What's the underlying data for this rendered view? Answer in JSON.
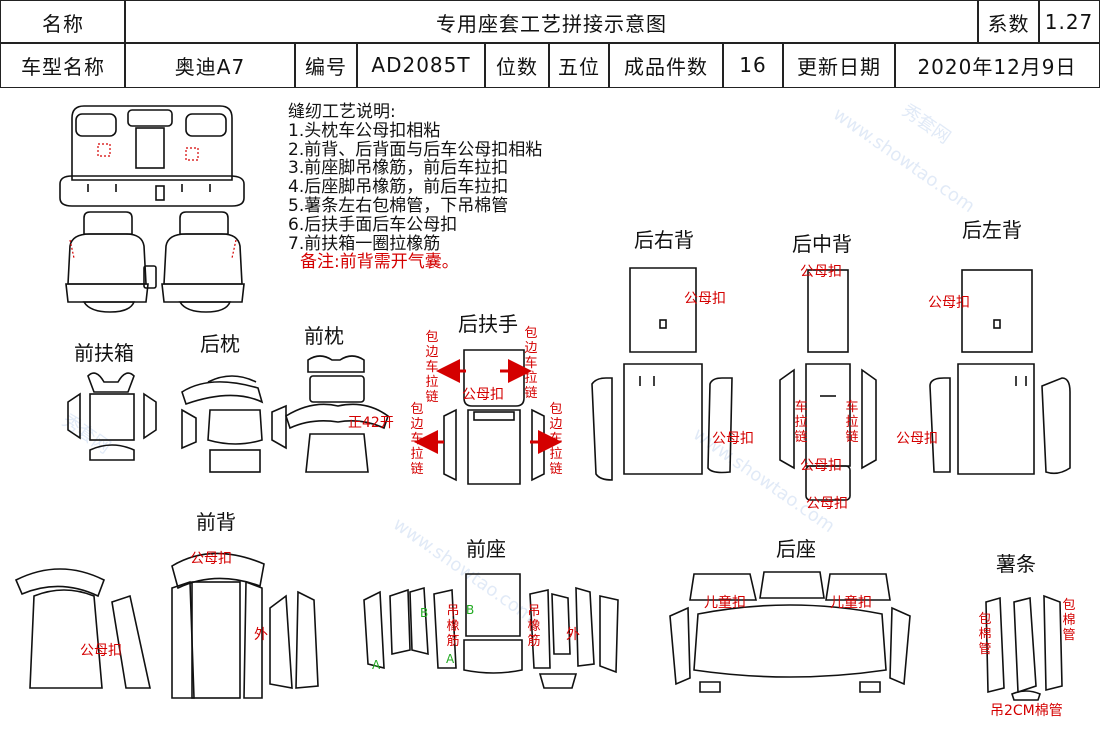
{
  "header": {
    "name_label": "名称",
    "title": "专用座套工艺拼接示意图",
    "coef_label": "系数",
    "coef_value": "1.27",
    "model_label": "车型名称",
    "model_value": "奥迪A7",
    "code_label": "编号",
    "code_value": "AD2085T",
    "seats_label": "位数",
    "seats_value": "五位",
    "pieces_label": "成品件数",
    "pieces_value": "16",
    "date_label": "更新日期",
    "date_value": "2020年12月9日"
  },
  "notes": {
    "title": "缝纫工艺说明:",
    "items": [
      "1.头枕车公母扣相粘",
      "2.前背、后背面与后车公母扣相粘",
      "3.前座脚吊橡筋，前后车拉扣",
      "4.后座脚吊橡筋，前后车拉扣",
      "5.薯条左右包棉管，下吊棉管",
      "6.后扶手面后车公母扣",
      "7.前扶箱一圈拉橡筋"
    ],
    "remark": "备注:前背需开气囊。"
  },
  "sections": {
    "front_armbox": "前扶箱",
    "rear_pillow": "后枕",
    "front_pillow": "前枕",
    "rear_armrest": "后扶手",
    "rear_right_back": "后右背",
    "rear_mid_back": "后中背",
    "rear_left_back": "后左背",
    "front_back": "前背",
    "front_seat": "前座",
    "rear_seat": "后座",
    "fries": "薯条"
  },
  "annotations": {
    "snap": "公母扣",
    "front_split": "正42开",
    "edge_zip": "包边车拉链",
    "zip": "车拉链",
    "hang_elastic": "吊橡筋",
    "outer": "外",
    "child_snap": "儿童扣",
    "wrap_tube": "包棉管",
    "hang_tube": "吊2CM棉管",
    "green_a": "A",
    "green_b": "B"
  },
  "watermark": {
    "brand": "秀套网",
    "site": "www.showtao.com"
  },
  "colors": {
    "red": "#d40000",
    "green": "#22aa22",
    "line": "#111111"
  }
}
